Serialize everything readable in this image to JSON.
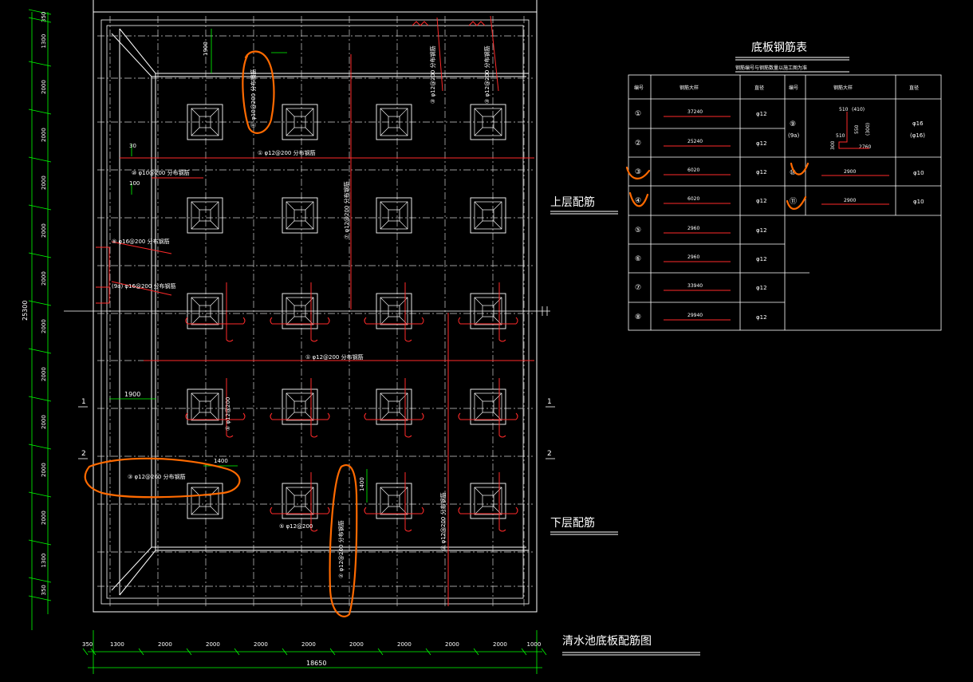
{
  "drawing": {
    "title": "清水池底板配筋图",
    "upper_label": "上层配筋",
    "lower_label": "下层配筋",
    "section_marks": [
      "1",
      "2"
    ]
  },
  "dimensions": {
    "left_total": "25300",
    "left_segments": [
      "350",
      "1300",
      "2000",
      "2000",
      "2000",
      "2000",
      "2000",
      "2000",
      "2000",
      "2000",
      "2000",
      "2000",
      "1300",
      "350"
    ],
    "bottom_total": "18650",
    "bottom_segments": [
      "350",
      "1300",
      "2000",
      "2000",
      "2000",
      "2000",
      "2000",
      "2000",
      "2000",
      "2000",
      "1000"
    ],
    "top_1900": "1900",
    "dim_1900_mid": "1900",
    "dim_1400": "1400",
    "dim_1400_v": "1400",
    "dim_30": "30",
    "dim_100": "100"
  },
  "annotations": {
    "r1": "① φ12@200 分布钢筋",
    "r1_top": "① φ12@200 分布钢筋",
    "r2": "② φ12@200 分布钢筋",
    "r3": "③ φ12@200 分布钢筋",
    "r5": "⑤ φ12@200",
    "r7": "⑦ φ12@200 分布钢筋",
    "r9": "⑨ φ16@200 分布钢筋",
    "r9a": "(9a) φ16@200 分布钢筋",
    "r10": "⑩ φ10@200 分布钢筋",
    "r11": "⑪ φ10@200 分布钢筋"
  },
  "table": {
    "title": "底板钢筋表",
    "subtitle": "钢筋编号与钢筋数量以施工图为准",
    "headers": [
      "编号",
      "钢筋大样",
      "直径",
      "编号",
      "钢筋大样",
      "直径"
    ],
    "left_rows": [
      {
        "no": "①",
        "len": "37240",
        "dia": "φ12"
      },
      {
        "no": "②",
        "len": "25240",
        "dia": "φ12"
      },
      {
        "no": "③",
        "len": "6020",
        "dia": "φ12"
      },
      {
        "no": "④",
        "len": "6020",
        "dia": "φ12"
      },
      {
        "no": "⑤",
        "len": "2960",
        "dia": "φ12"
      },
      {
        "no": "⑥",
        "len": "2960",
        "dia": "φ12"
      },
      {
        "no": "⑦",
        "len": "33940",
        "dia": "φ12"
      },
      {
        "no": "⑧",
        "len": "29940",
        "dia": "φ12"
      }
    ],
    "right_rows": [
      {
        "no": "⑨",
        "no2": "(9a)",
        "dims": [
          "510",
          "(410)",
          "510",
          "550",
          "(300)",
          "300",
          "2760"
        ],
        "dia": "φ16",
        "dia2": "(φ16)"
      },
      {
        "no": "⑩",
        "len": "2900",
        "dia": "φ10"
      },
      {
        "no": "⑪",
        "len": "2900",
        "dia": "φ10"
      }
    ]
  },
  "colors": {
    "background": "#000000",
    "line": "#ffffff",
    "rebar": "#ff2a2a",
    "dimension": "#00ff00",
    "markup": "#ff6a00"
  }
}
